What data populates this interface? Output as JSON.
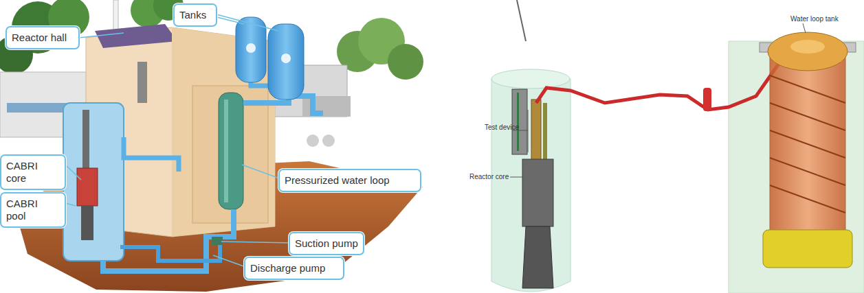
{
  "diagram": {
    "nodes": [
      {
        "text": [
          "Reactor hall"
        ]
      },
      {
        "text": [
          "Tanks"
        ]
      },
      {
        "text": [
          "CABRI core"
        ]
      },
      {
        "text": [
          "CABRI pool"
        ]
      },
      {
        "text": [
          "Pressurized water loop"
        ]
      },
      {
        "text": [
          "Suction pump"
        ]
      },
      {
        "text": [
          "Discharge pump"
        ]
      }
    ],
    "labels": [
      "Water loop tank",
      "Test device",
      "Reactor core"
    ]
  }
}
